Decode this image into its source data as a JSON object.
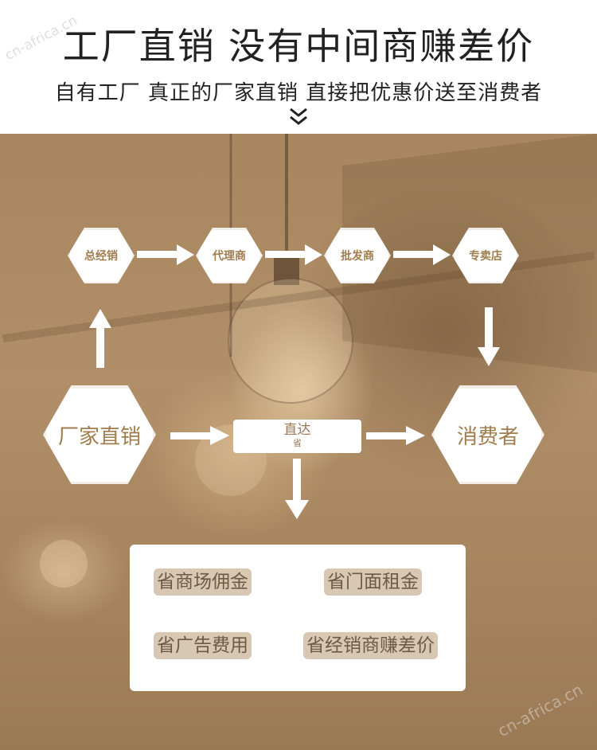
{
  "header": {
    "title": "工厂直销  没有中间商赚差价",
    "subtitle": "自有工厂  真正的厂家直销  直接把优惠价送至消费者",
    "chevron_icon": "double-chevron-down-icon"
  },
  "watermark": "cn-africa.cn",
  "flow": {
    "top_chain": [
      "总经销",
      "代理商",
      "批发商",
      "专卖店"
    ],
    "factory": "厂家直销",
    "direct_main": "直达",
    "direct_sub": "省",
    "consumer": "消费者"
  },
  "savings": [
    "省商场佣金",
    "省门面租金",
    "省广告费用",
    "省经销商赚差价"
  ],
  "colors": {
    "accent": "#a07c4e",
    "background_tone": "#a8865f",
    "pill_bg": "#d8c8b3"
  }
}
